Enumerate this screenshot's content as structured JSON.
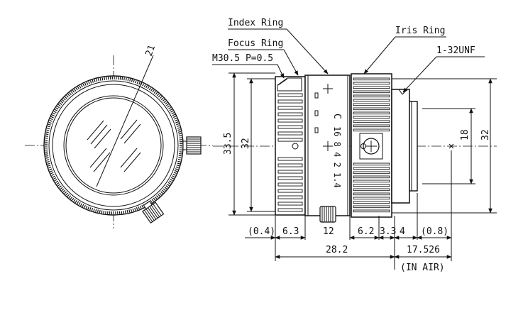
{
  "callouts": {
    "index_ring": "Index Ring",
    "focus_ring": "Focus Ring",
    "thread": "M30.5 P=0.5",
    "iris_ring": "Iris Ring",
    "mount_thread": "1-32UNF"
  },
  "front_view": {
    "diameter": "21"
  },
  "vertical_dims": {
    "outer_diameter": "33.5",
    "ring_diameter": "32",
    "flange_diameter": "32",
    "mount_diameter": "18"
  },
  "horizontal_dims": {
    "d1": "(0.4)",
    "d2": "6.3",
    "d3": "12",
    "d4": "6.2",
    "d5": "3.3",
    "d6": "4",
    "d7": "(0.8)",
    "total_length": "28.2",
    "flange_back": "17.526",
    "flange_note": "(IN AIR)"
  },
  "barrel_markings": {
    "mount": "C",
    "apertures": "16 8 4 2 1.4"
  }
}
